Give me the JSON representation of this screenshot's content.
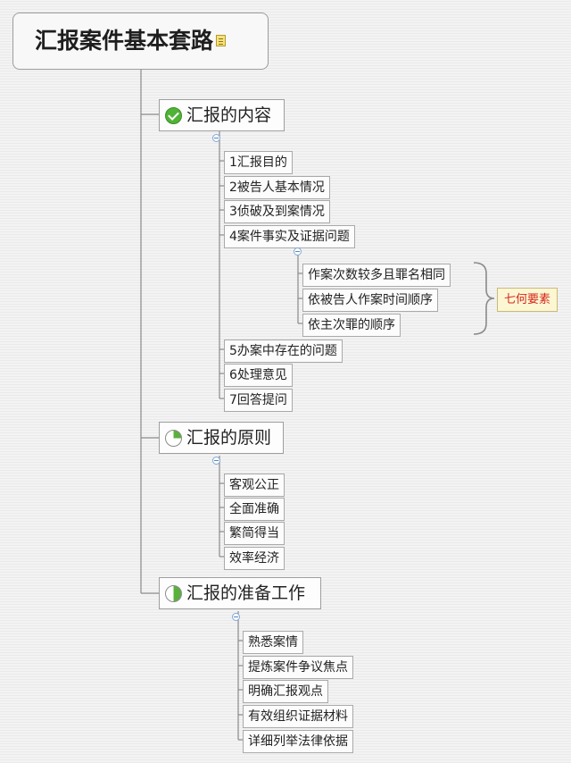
{
  "root": {
    "title": "汇报案件基本套路",
    "icon": "note-icon"
  },
  "branches": [
    {
      "label": "汇报的内容",
      "icon": "green-check-icon",
      "children": [
        "1汇报目的",
        "2被告人基本情况",
        "3侦破及到案情况",
        "4案件事实及证据问题",
        "5办案中存在的问题",
        "6处理意见",
        "7回答提问"
      ],
      "sub_children": [
        "作案次数较多且罪名相同",
        "依被告人作案时间顺序",
        "依主次罪的顺序"
      ],
      "summary": "七何要素"
    },
    {
      "label": "汇报的原则",
      "icon": "quarter-progress-icon",
      "children": [
        "客观公正",
        "全面准确",
        "繁简得当",
        "效率经济"
      ]
    },
    {
      "label": "汇报的准备工作",
      "icon": "half-progress-icon",
      "children": [
        "熟悉案情",
        "提炼案件争议焦点",
        "明确汇报观点",
        "有效组织证据材料",
        "详细列举法律依据"
      ]
    }
  ],
  "colors": {
    "line": "#8a8a8a",
    "summary_text": "#d6251b",
    "icon_green": "#4fb336"
  }
}
